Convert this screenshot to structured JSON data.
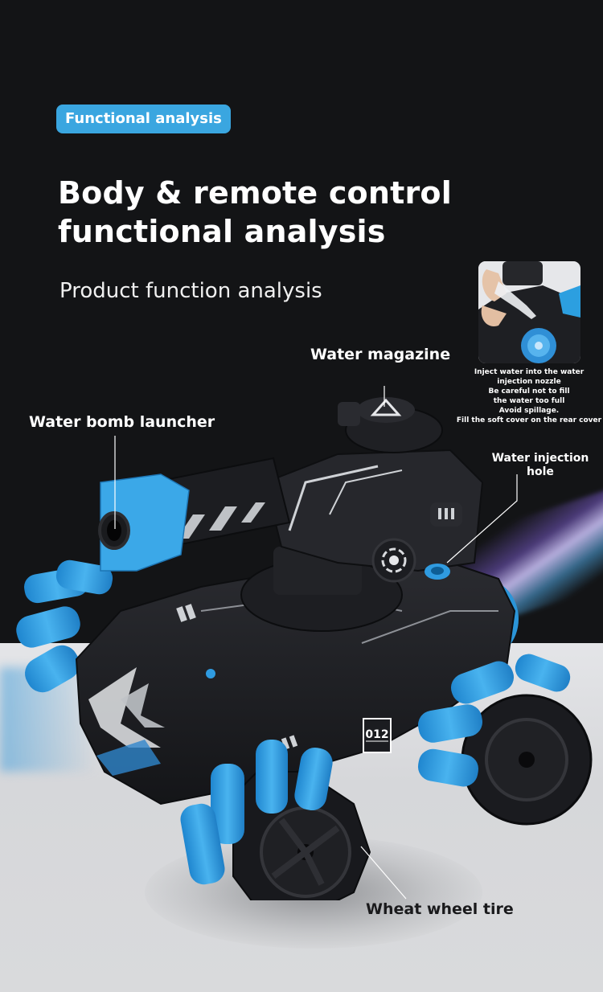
{
  "badge": {
    "label": "Functional analysis",
    "color": "#3aa6e0"
  },
  "header": {
    "title_line1": "Body & remote control",
    "title_line2": "functional analysis",
    "subtitle": "Product function analysis"
  },
  "callouts": {
    "water_bomb_launcher": "Water bomb launcher",
    "water_magazine": "Water magazine",
    "water_injection_hole_line1": "Water injection",
    "water_injection_hole_line2": "hole",
    "wheat_wheel_tire": "Wheat wheel tire"
  },
  "inset": {
    "image_alt": "hand-injecting-water-photo",
    "note_lines": [
      "Inject water into the water",
      "injection nozzle",
      "Be careful not to fill",
      "the water too full",
      "Avoid spillage.",
      "Fill the soft cover on the rear cover"
    ]
  },
  "product": {
    "plate_number": "012",
    "accent_color": "#2f9be0",
    "body_color": "#1c1d21"
  },
  "colors": {
    "background_dark": "#131416",
    "background_light": "#dcdddf",
    "text_light": "#ffffff",
    "text_dark": "#1a1a1c"
  }
}
